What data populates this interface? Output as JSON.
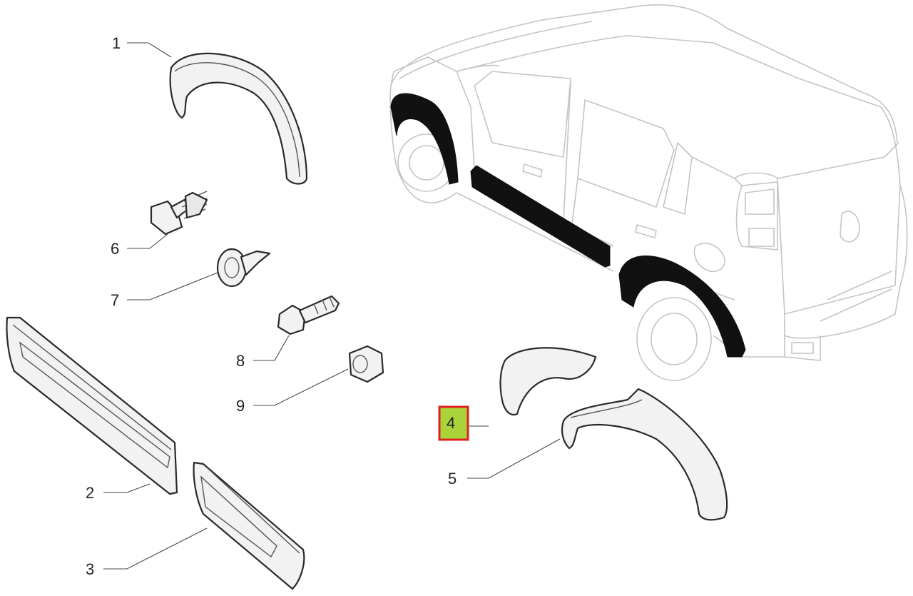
{
  "callouts": [
    {
      "id": "c1",
      "label": "1"
    },
    {
      "id": "c2",
      "label": "2"
    },
    {
      "id": "c3",
      "label": "3"
    },
    {
      "id": "c4",
      "label": "4",
      "highlighted": true
    },
    {
      "id": "c5",
      "label": "5"
    },
    {
      "id": "c6",
      "label": "6"
    },
    {
      "id": "c7",
      "label": "7"
    },
    {
      "id": "c8",
      "label": "8"
    },
    {
      "id": "c9",
      "label": "9"
    }
  ],
  "colors": {
    "highlight_fill": "#a8d43a",
    "highlight_border": "#e02020",
    "part_fill": "#f2f2f2",
    "car_outline": "#c4c4c4",
    "car_trim_highlight": "#111111"
  }
}
